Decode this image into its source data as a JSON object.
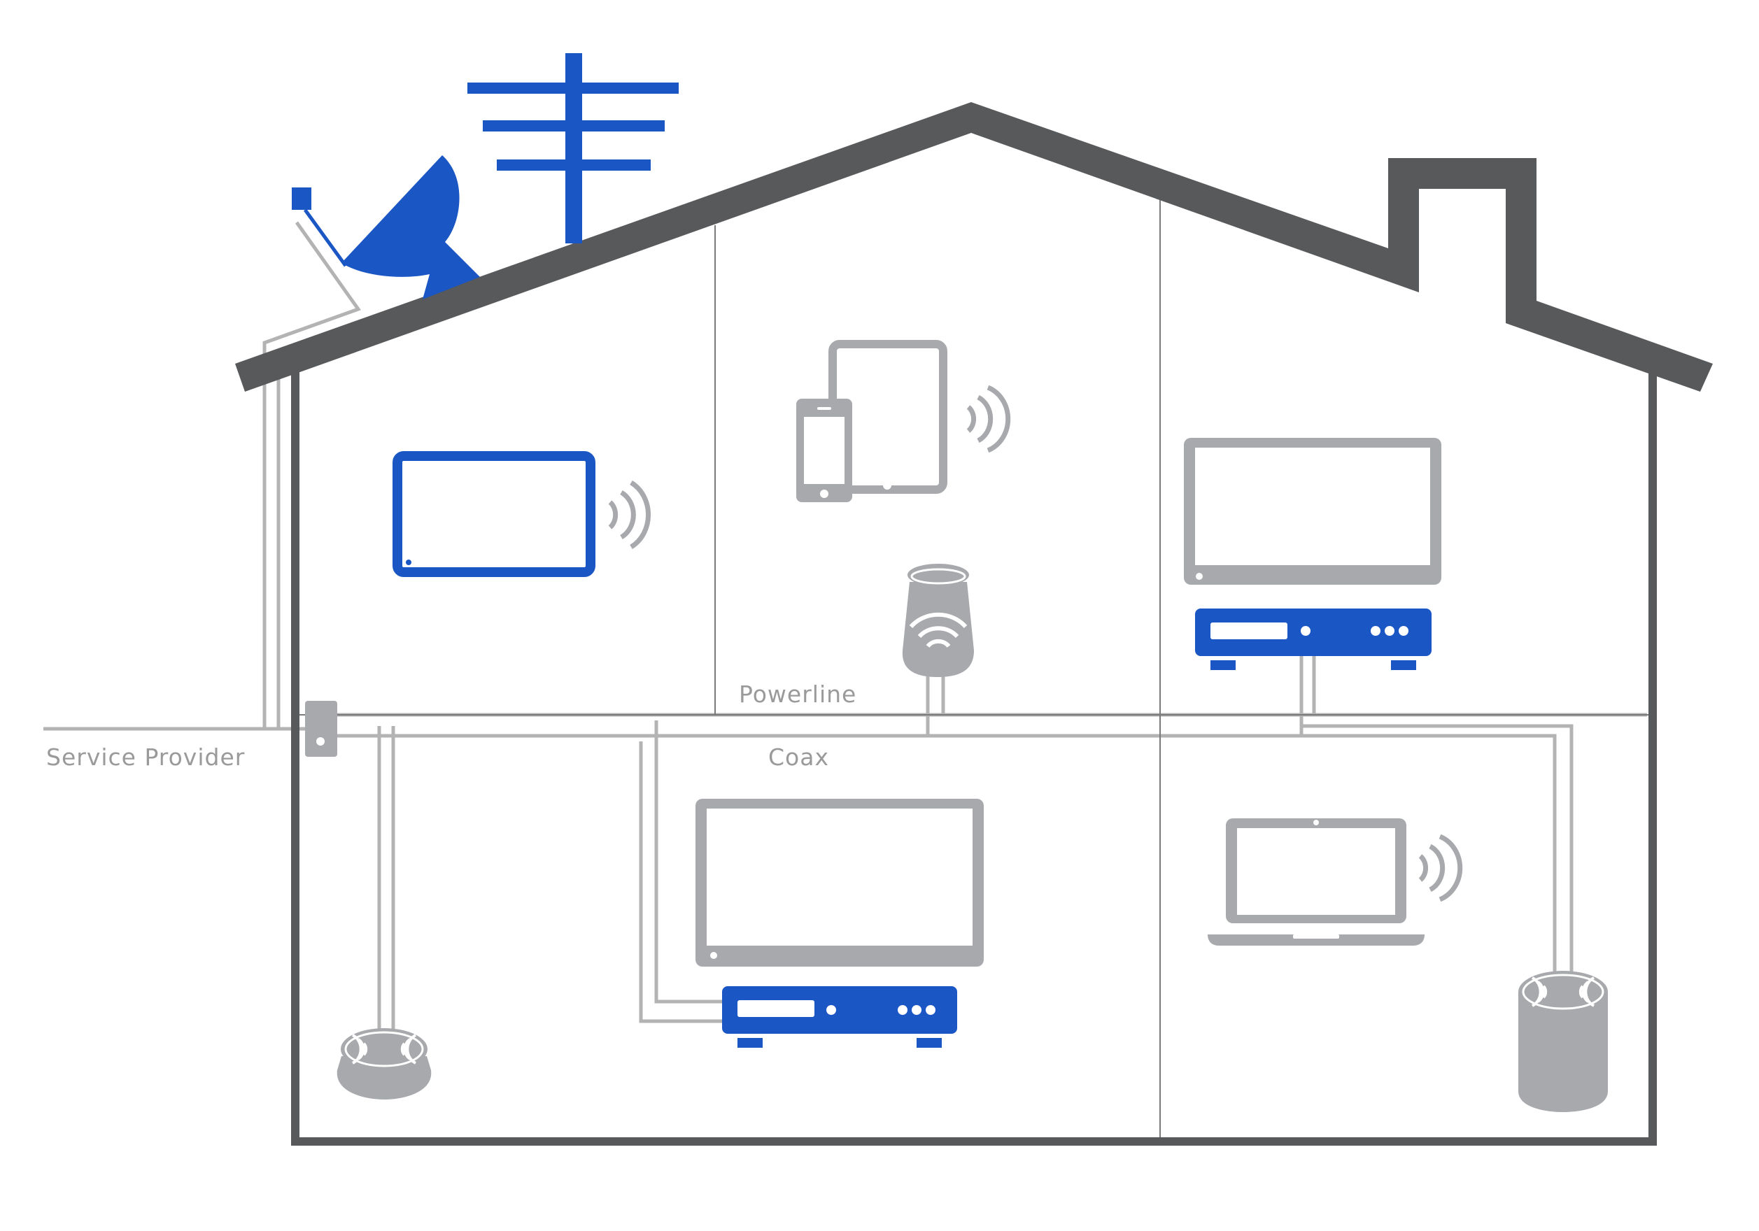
{
  "labels": {
    "service_provider": "Service Provider",
    "powerline": "Powerline",
    "coax": "Coax"
  },
  "colors": {
    "house": "#58595b",
    "device_gray": "#a7a9ac",
    "cable_gray": "#b3b3b3",
    "accent_blue": "#1a56c4",
    "label_gray": "#9a9a9a",
    "divider": "#7a7a7a",
    "background": "#ffffff"
  },
  "devices": {
    "upstairs_left": {
      "icon": "wireless-tv-icon",
      "color": "accent_blue"
    },
    "upstairs_center": {
      "icons": [
        "smartphone-icon",
        "tablet-icon"
      ],
      "color": "device_gray"
    },
    "upstairs_center_extender": {
      "icon": "wifi-extender-icon",
      "color": "device_gray"
    },
    "upstairs_right": {
      "icons": [
        "tv-icon",
        "set-top-box-icon"
      ],
      "color": "device_gray"
    },
    "downstairs_left": {
      "icon": "puck-router-icon",
      "color": "device_gray"
    },
    "downstairs_center": {
      "icons": [
        "tv-icon",
        "set-top-box-icon"
      ],
      "color": "device_gray"
    },
    "downstairs_right": {
      "icons": [
        "laptop-icon",
        "cylinder-router-icon"
      ],
      "color": "device_gray"
    },
    "roof": {
      "icons": [
        "satellite-dish-icon",
        "tv-antenna-icon"
      ],
      "color": "accent_blue"
    },
    "entry": {
      "icon": "splitter-box-icon",
      "color": "device_gray"
    }
  }
}
